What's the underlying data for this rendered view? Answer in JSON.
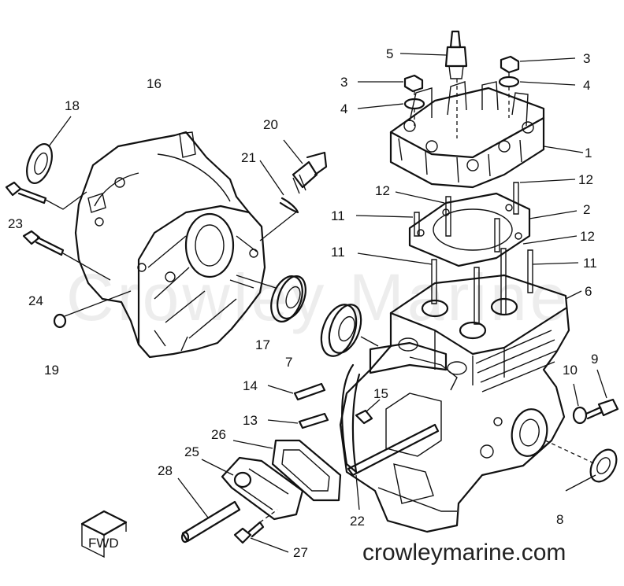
{
  "diagram": {
    "watermark": "Crowley Marine",
    "site_text": "crowleymarine.com",
    "direction_label": "FWD",
    "callouts": [
      {
        "id": "c1",
        "label": "1"
      },
      {
        "id": "c2",
        "label": "2"
      },
      {
        "id": "c3a",
        "label": "3"
      },
      {
        "id": "c3b",
        "label": "3"
      },
      {
        "id": "c4a",
        "label": "4"
      },
      {
        "id": "c4b",
        "label": "4"
      },
      {
        "id": "c5",
        "label": "5"
      },
      {
        "id": "c6",
        "label": "6"
      },
      {
        "id": "c7",
        "label": "7"
      },
      {
        "id": "c8",
        "label": "8"
      },
      {
        "id": "c9",
        "label": "9"
      },
      {
        "id": "c10",
        "label": "10"
      },
      {
        "id": "c11a",
        "label": "11"
      },
      {
        "id": "c11b",
        "label": "11"
      },
      {
        "id": "c11c",
        "label": "11"
      },
      {
        "id": "c12a",
        "label": "12"
      },
      {
        "id": "c12b",
        "label": "12"
      },
      {
        "id": "c12c",
        "label": "12"
      },
      {
        "id": "c13",
        "label": "13"
      },
      {
        "id": "c14",
        "label": "14"
      },
      {
        "id": "c15",
        "label": "15"
      },
      {
        "id": "c16",
        "label": "16"
      },
      {
        "id": "c17",
        "label": "17"
      },
      {
        "id": "c18",
        "label": "18"
      },
      {
        "id": "c19",
        "label": "19"
      },
      {
        "id": "c20",
        "label": "20"
      },
      {
        "id": "c21",
        "label": "21"
      },
      {
        "id": "c22",
        "label": "22"
      },
      {
        "id": "c23",
        "label": "23"
      },
      {
        "id": "c24",
        "label": "24"
      },
      {
        "id": "c25",
        "label": "25"
      },
      {
        "id": "c26",
        "label": "26"
      },
      {
        "id": "c27",
        "label": "27"
      },
      {
        "id": "c28",
        "label": "28"
      }
    ]
  }
}
